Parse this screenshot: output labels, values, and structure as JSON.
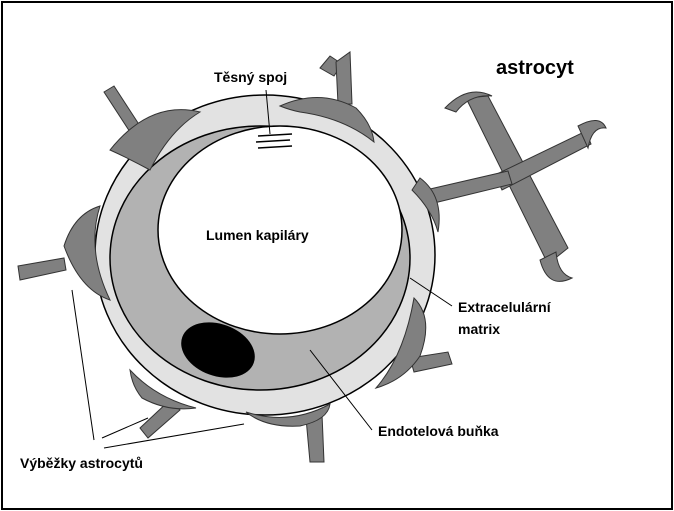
{
  "labels": {
    "tight_junction": "Těsný spoj",
    "astrocyte": "astrocyt",
    "lumen": "Lumen kapiláry",
    "ecm_line1": "Extracelulární",
    "ecm_line2": "matrix",
    "endothelial": "Endotelová buňka",
    "endfeet": "Výběžky astrocytů"
  },
  "colors": {
    "border": "#000000",
    "extracellular_matrix": "#e2e2e2",
    "endothelium": "#b2b2b2",
    "lumen": "#ffffff",
    "endfoot": "#808080",
    "nucleus": "#000000"
  }
}
